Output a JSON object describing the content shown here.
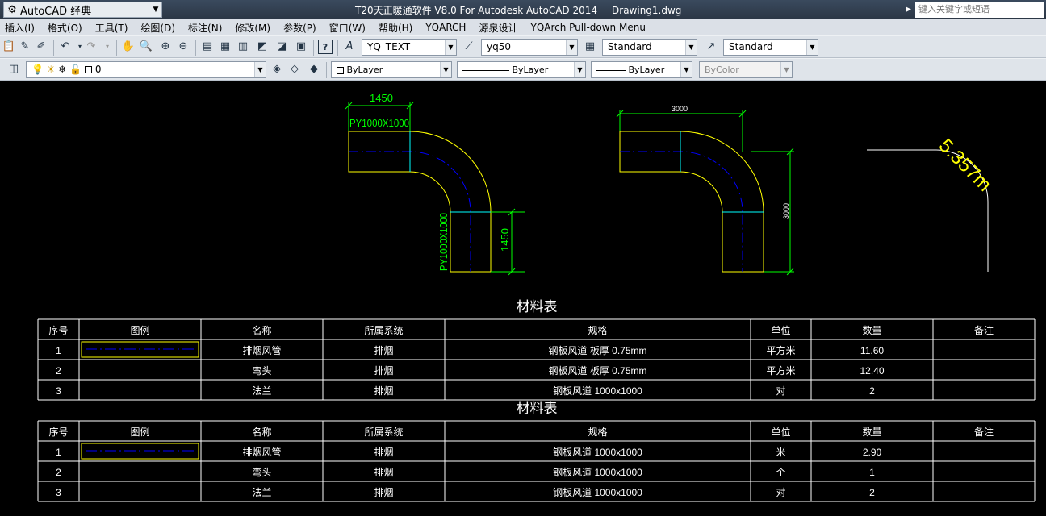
{
  "workspace": {
    "label": "AutoCAD 经典",
    "icon": "gear-icon"
  },
  "window": {
    "title": "T20天正暖通软件 V8.0 For Autodesk AutoCAD 2014",
    "document": "Drawing1.dwg"
  },
  "search": {
    "placeholder": "键入关键字或短语"
  },
  "menu": [
    "插入(I)",
    "格式(O)",
    "工具(T)",
    "绘图(D)",
    "标注(N)",
    "修改(M)",
    "参数(P)",
    "窗口(W)",
    "帮助(H)",
    "YQARCH",
    "源泉设计",
    "YQArch Pull-down Menu"
  ],
  "toolbar": {
    "text_style": "YQ_TEXT",
    "dim_style": "yq50",
    "table_style": "Standard",
    "mleader_style": "Standard",
    "layer": "0",
    "color": "ByLayer",
    "linetype": "ByLayer",
    "lineweight": "ByLayer",
    "plotstyle": "ByColor"
  },
  "drawing": {
    "colors": {
      "duct": "#ffff00",
      "dim": "#00ff00",
      "center": "#0000ff",
      "joint": "#00ffff",
      "white": "#ffffff"
    },
    "elbow1": {
      "label_top": "PY1000X1000",
      "label_side": "PY1000X1000",
      "dim_top": "1450",
      "dim_side": "1450"
    },
    "elbow2": {
      "dim_top": "3000",
      "dim_side": "3000"
    },
    "arc": {
      "label": "5.357m"
    }
  },
  "tables": [
    {
      "title": "材料表",
      "headers": [
        "序号",
        "图例",
        "名称",
        "所属系统",
        "规格",
        "单位",
        "数量",
        "备注"
      ],
      "rows": [
        [
          "1",
          "",
          "排烟风管",
          "排烟",
          "钢板风道 板厚 0.75mm",
          "平方米",
          "11.60",
          ""
        ],
        [
          "2",
          "",
          "弯头",
          "排烟",
          "钢板风道 板厚 0.75mm",
          "平方米",
          "12.40",
          ""
        ],
        [
          "3",
          "",
          "法兰",
          "排烟",
          "钢板风道 1000x1000",
          "对",
          "2",
          ""
        ]
      ]
    },
    {
      "title": "材料表",
      "headers": [
        "序号",
        "图例",
        "名称",
        "所属系统",
        "规格",
        "单位",
        "数量",
        "备注"
      ],
      "rows": [
        [
          "1",
          "",
          "排烟风管",
          "排烟",
          "钢板风道 1000x1000",
          "米",
          "2.90",
          ""
        ],
        [
          "2",
          "",
          "弯头",
          "排烟",
          "钢板风道 1000x1000",
          "个",
          "1",
          ""
        ],
        [
          "3",
          "",
          "法兰",
          "排烟",
          "钢板风道 1000x1000",
          "对",
          "2",
          ""
        ]
      ]
    }
  ]
}
